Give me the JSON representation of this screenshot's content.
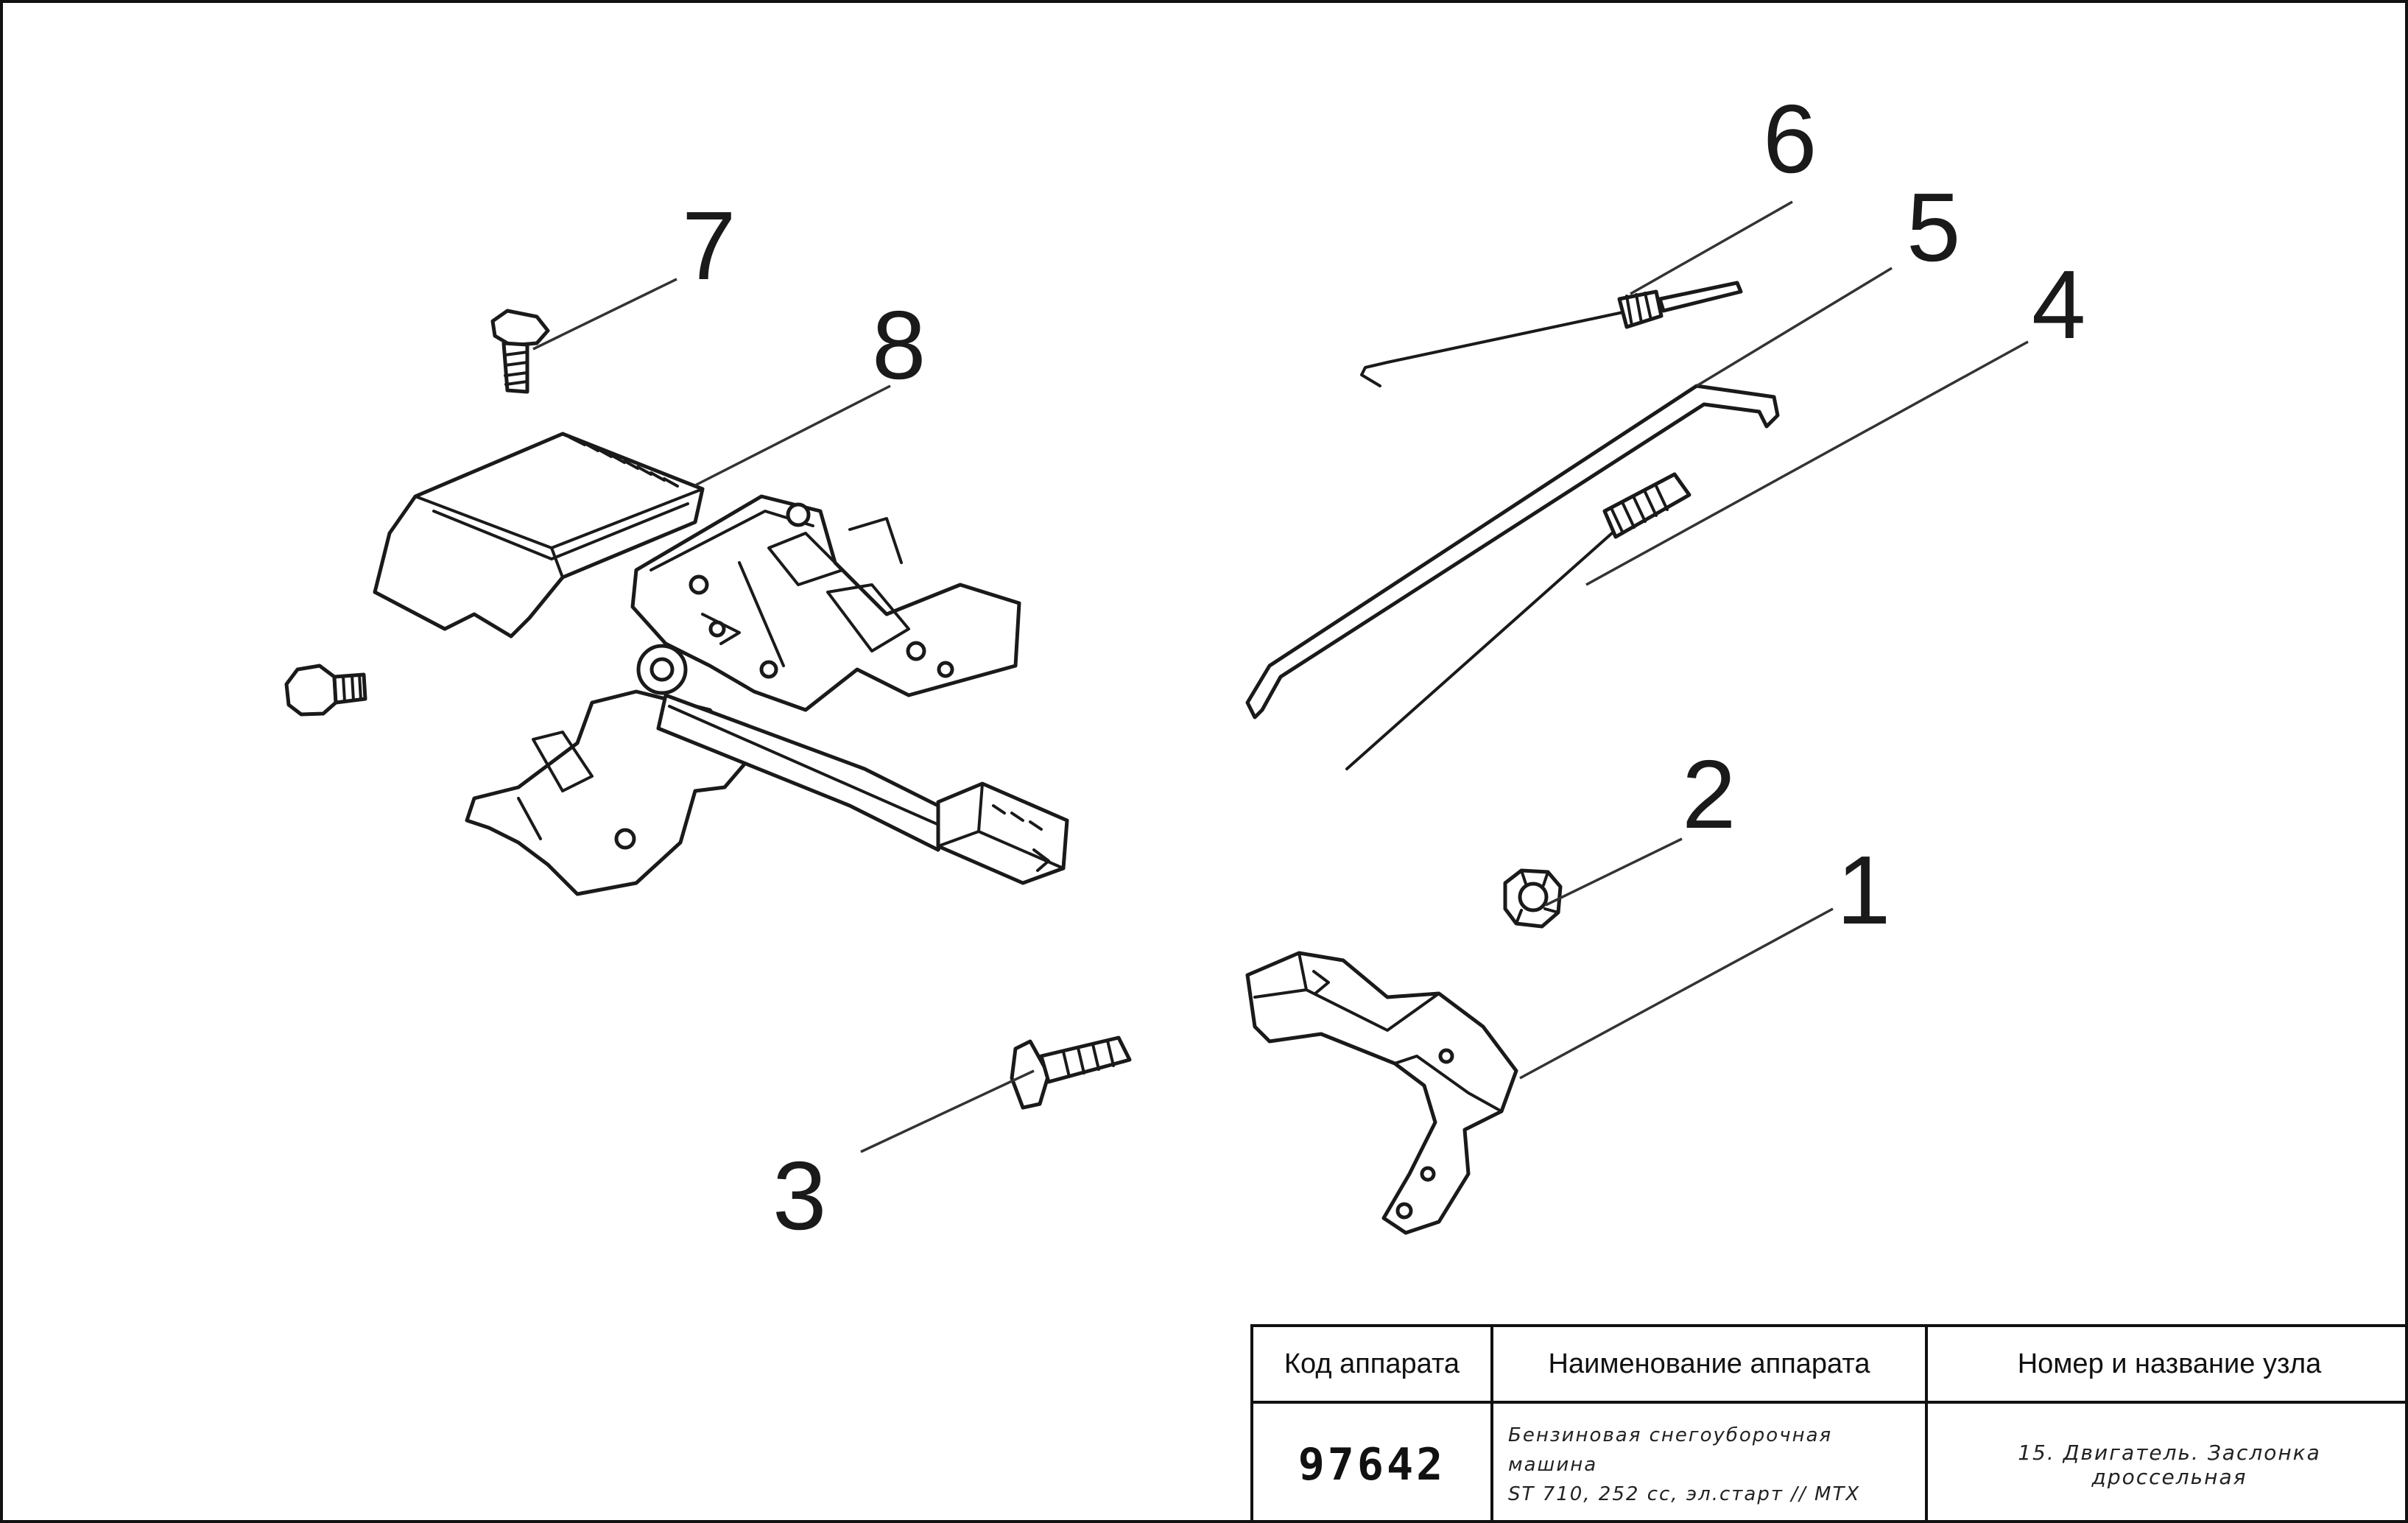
{
  "callouts": {
    "c1": "1",
    "c2": "2",
    "c3": "3",
    "c4": "4",
    "c5": "5",
    "c6": "6",
    "c7": "7",
    "c8": "8"
  },
  "title_block": {
    "headers": {
      "code": "Код аппарата",
      "name": "Наименование аппарата",
      "unit": "Номер и название узла"
    },
    "values": {
      "code": "97642",
      "name_line1": "Бензиновая снегоуборочная машина",
      "name_line2": "ST 710, 252 cc, эл.старт // MTX",
      "unit": "15. Двигатель. Заслонка дроссельная"
    }
  }
}
